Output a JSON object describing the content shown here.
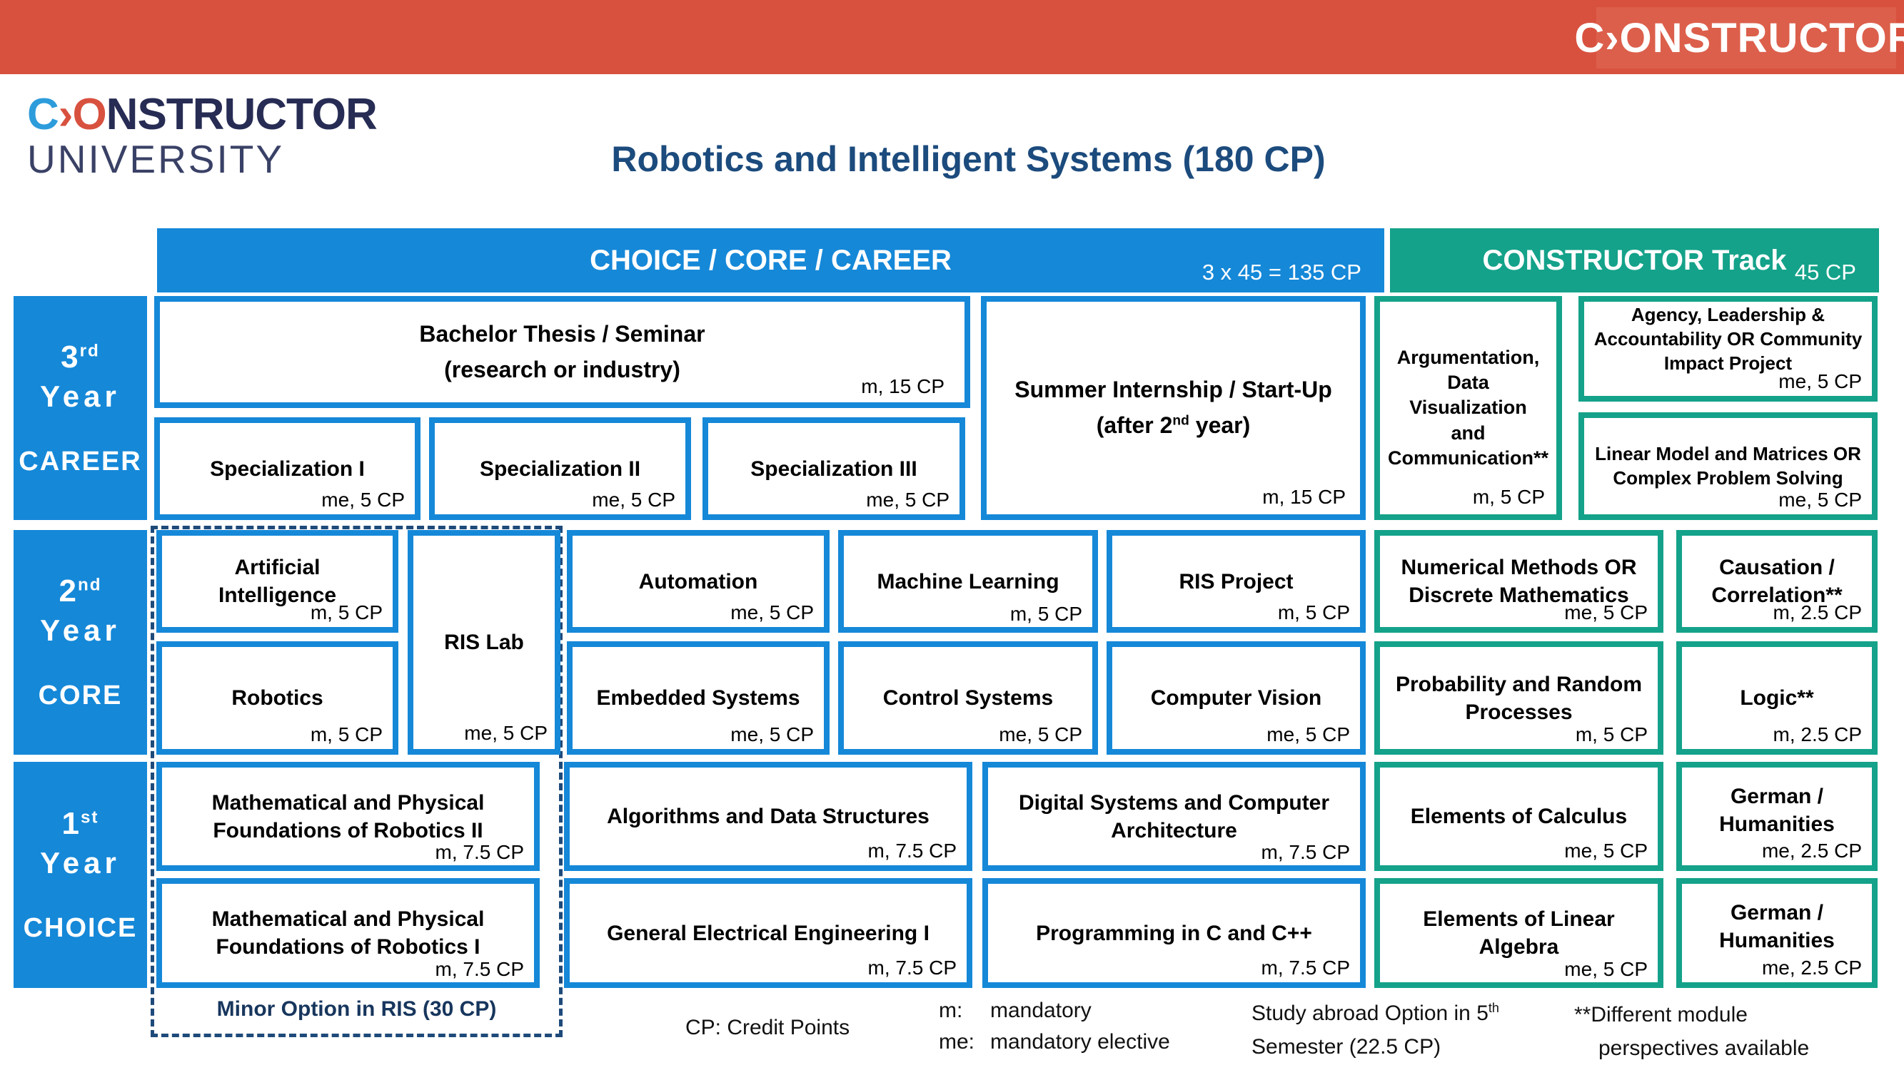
{
  "brand": {
    "top_right_logo": "C›ONSTRUCTOR",
    "logo_c": "C",
    "logo_arrow": "›",
    "logo_o": "O",
    "logo_rest": "NSTRUCTOR",
    "logo_line2": "UNIVERSITY"
  },
  "title": "Robotics and Intelligent Systems (180 CP)",
  "header": {
    "main_label": "CHOICE / CORE / CAREER",
    "main_credits": "3 x 45 = 135 CP",
    "track_label": "CONSTRUCTOR Track",
    "track_credits": "45 CP"
  },
  "sidebar": {
    "y3": {
      "num": "3",
      "sup": "rd",
      "word": "Year",
      "phase": "CAREER"
    },
    "y2": {
      "num": "2",
      "sup": "nd",
      "word": "Year",
      "phase": "CORE"
    },
    "y1": {
      "num": "1",
      "sup": "st",
      "word": "Year",
      "phase": "CHOICE"
    }
  },
  "year3": {
    "bachelor": {
      "title": "Bachelor Thesis / Seminar\n(research or industry)",
      "credit": "m, 15 CP"
    },
    "spec1": {
      "title": "Specialization I",
      "credit": "me, 5 CP"
    },
    "spec2": {
      "title": "Specialization II",
      "credit": "me, 5 CP"
    },
    "spec3": {
      "title": "Specialization III",
      "credit": "me, 5 CP"
    },
    "summer": {
      "line1": "Summer Internship /  Start-Up",
      "line2_pre": "(after 2",
      "line2_sup": "nd",
      "line2_post": " year)",
      "credit": "m, 15 CP"
    },
    "argumentation": {
      "title": "Argumentation,\nData Visualization\nand\nCommunication**",
      "credit": "m, 5 CP"
    },
    "agency": {
      "title": "Agency, Leadership &\nAccountability OR Community\nImpact Project",
      "credit": "me, 5 CP"
    },
    "linear_model": {
      "title": "Linear Model and Matrices OR\nComplex Problem Solving",
      "credit": "me, 5 CP"
    }
  },
  "year2": {
    "ai": {
      "title": "Artificial\nIntelligence",
      "credit": "m, 5 CP"
    },
    "robotics": {
      "title": "Robotics",
      "credit": "m, 5 CP"
    },
    "ris_lab": {
      "title": "RIS Lab",
      "credit": "me, 5 CP"
    },
    "automation": {
      "title": "Automation",
      "credit": "me, 5 CP"
    },
    "machine_learning": {
      "title": "Machine Learning",
      "credit": "m, 5 CP"
    },
    "ris_project": {
      "title": "RIS Project",
      "credit": "m, 5 CP"
    },
    "embedded": {
      "title": "Embedded Systems",
      "credit": "me, 5 CP"
    },
    "control": {
      "title": "Control Systems",
      "credit": "me, 5 CP"
    },
    "computer_vision": {
      "title": "Computer Vision",
      "credit": "me, 5 CP"
    },
    "numerical": {
      "title": "Numerical Methods OR\nDiscrete Mathematics",
      "credit": "me, 5 CP"
    },
    "causation": {
      "title": "Causation /\nCorrelation**",
      "credit": "m, 2.5 CP"
    },
    "probability": {
      "title": "Probability and Random\nProcesses",
      "credit": "m, 5 CP"
    },
    "logic": {
      "title": "Logic**",
      "credit": "m, 2.5 CP"
    }
  },
  "year1": {
    "mathphys2": {
      "title": "Mathematical and Physical\nFoundations of Robotics II",
      "credit": "m, 7.5 CP"
    },
    "mathphys1": {
      "title": "Mathematical and Physical\nFoundations of Robotics I",
      "credit": "m, 7.5 CP"
    },
    "algorithms": {
      "title": "Algorithms and Data Structures",
      "credit": "m, 7.5 CP"
    },
    "gen_ee": {
      "title": "General Electrical Engineering I",
      "credit": "m, 7.5 CP"
    },
    "digital": {
      "title": "Digital Systems and Computer\nArchitecture",
      "credit": "m, 7.5 CP"
    },
    "programming": {
      "title": "Programming in C and C++",
      "credit": "m, 7.5 CP"
    },
    "calculus": {
      "title": "Elements of Calculus",
      "credit": "me, 5 CP"
    },
    "german1": {
      "title": "German /\nHumanities",
      "credit": "me, 2.5 CP"
    },
    "linear_algebra": {
      "title": "Elements of Linear\nAlgebra",
      "credit": "me, 5 CP"
    },
    "german2": {
      "title": "German /\nHumanities",
      "credit": "me, 2.5 CP"
    }
  },
  "minor_option": "Minor Option in RIS (30 CP)",
  "legend": {
    "cp": "CP: Credit Points",
    "m_label": "m:",
    "m_text": "mandatory",
    "me_label": "me:",
    "me_text": "mandatory elective",
    "abroad_line1_pre": "Study abroad Option in 5",
    "abroad_sup": "th",
    "abroad_line2": "Semester (22.5 CP)",
    "footnote_marker": "**",
    "footnote_line1": "Different module",
    "footnote_line2": "perspectives available"
  },
  "colors": {
    "blue": "#1588D8",
    "green": "#14A28A",
    "red_bar": "#D8513F",
    "red_logo_block": "#DC5F4B",
    "navy_title": "#1C4B7D",
    "dashed_navy": "#1E4A7A"
  }
}
